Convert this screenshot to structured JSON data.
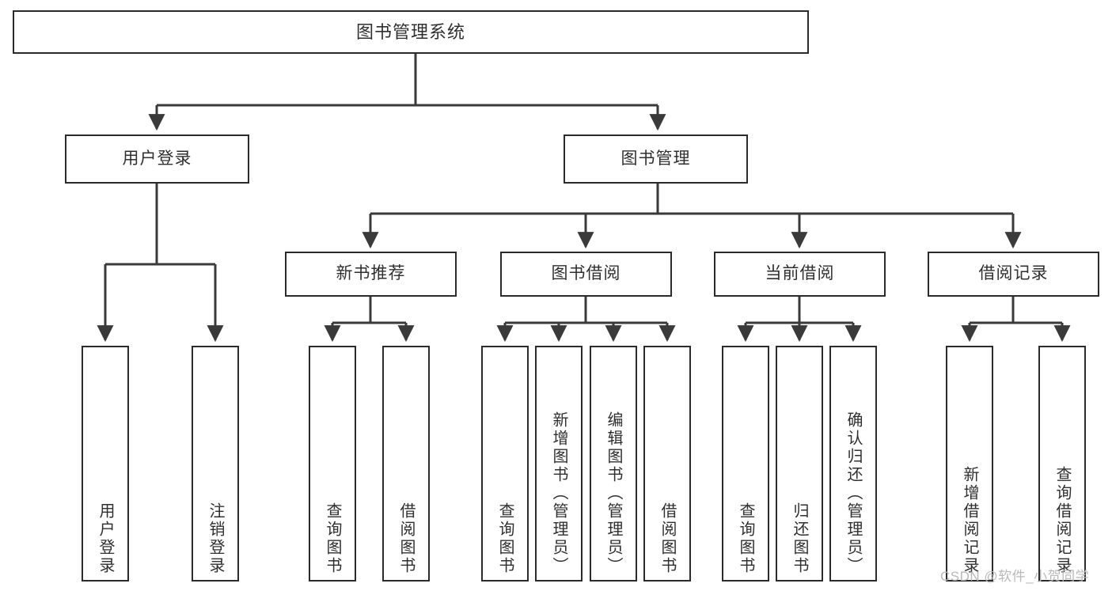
{
  "diagram": {
    "title": "图书管理系统",
    "type": "tree-hierarchy",
    "colors": {
      "box_border": "#2b2b2b",
      "box_fill": "#ffffff",
      "text": "#2f2f2f",
      "connector": "#3a3a3a",
      "watermark": "#b9b9b9"
    },
    "root": {
      "label": "图书管理系统"
    },
    "level1": [
      {
        "label": "用户登录"
      },
      {
        "label": "图书管理"
      }
    ],
    "level2": [
      {
        "label": "新书推荐"
      },
      {
        "label": "图书借阅"
      },
      {
        "label": "当前借阅"
      },
      {
        "label": "借阅记录"
      }
    ],
    "leaves": {
      "user_login": [
        {
          "label": "用户登录"
        },
        {
          "label": "注销登录"
        }
      ],
      "new_book_recommend": [
        {
          "label": "查询图书"
        },
        {
          "label": "借阅图书"
        }
      ],
      "book_borrow": [
        {
          "label": "查询图书"
        },
        {
          "label": "新增图书（管理员）"
        },
        {
          "label": "编辑图书（管理员）"
        },
        {
          "label": "借阅图书"
        }
      ],
      "current_borrow": [
        {
          "label": "查询图书"
        },
        {
          "label": "归还图书"
        },
        {
          "label": "确认归还（管理员）"
        }
      ],
      "borrow_records": [
        {
          "label": "新增借阅记录"
        },
        {
          "label": "查询借阅记录"
        }
      ]
    }
  },
  "watermark": {
    "text": "CSDN @软件_小贺同学"
  }
}
